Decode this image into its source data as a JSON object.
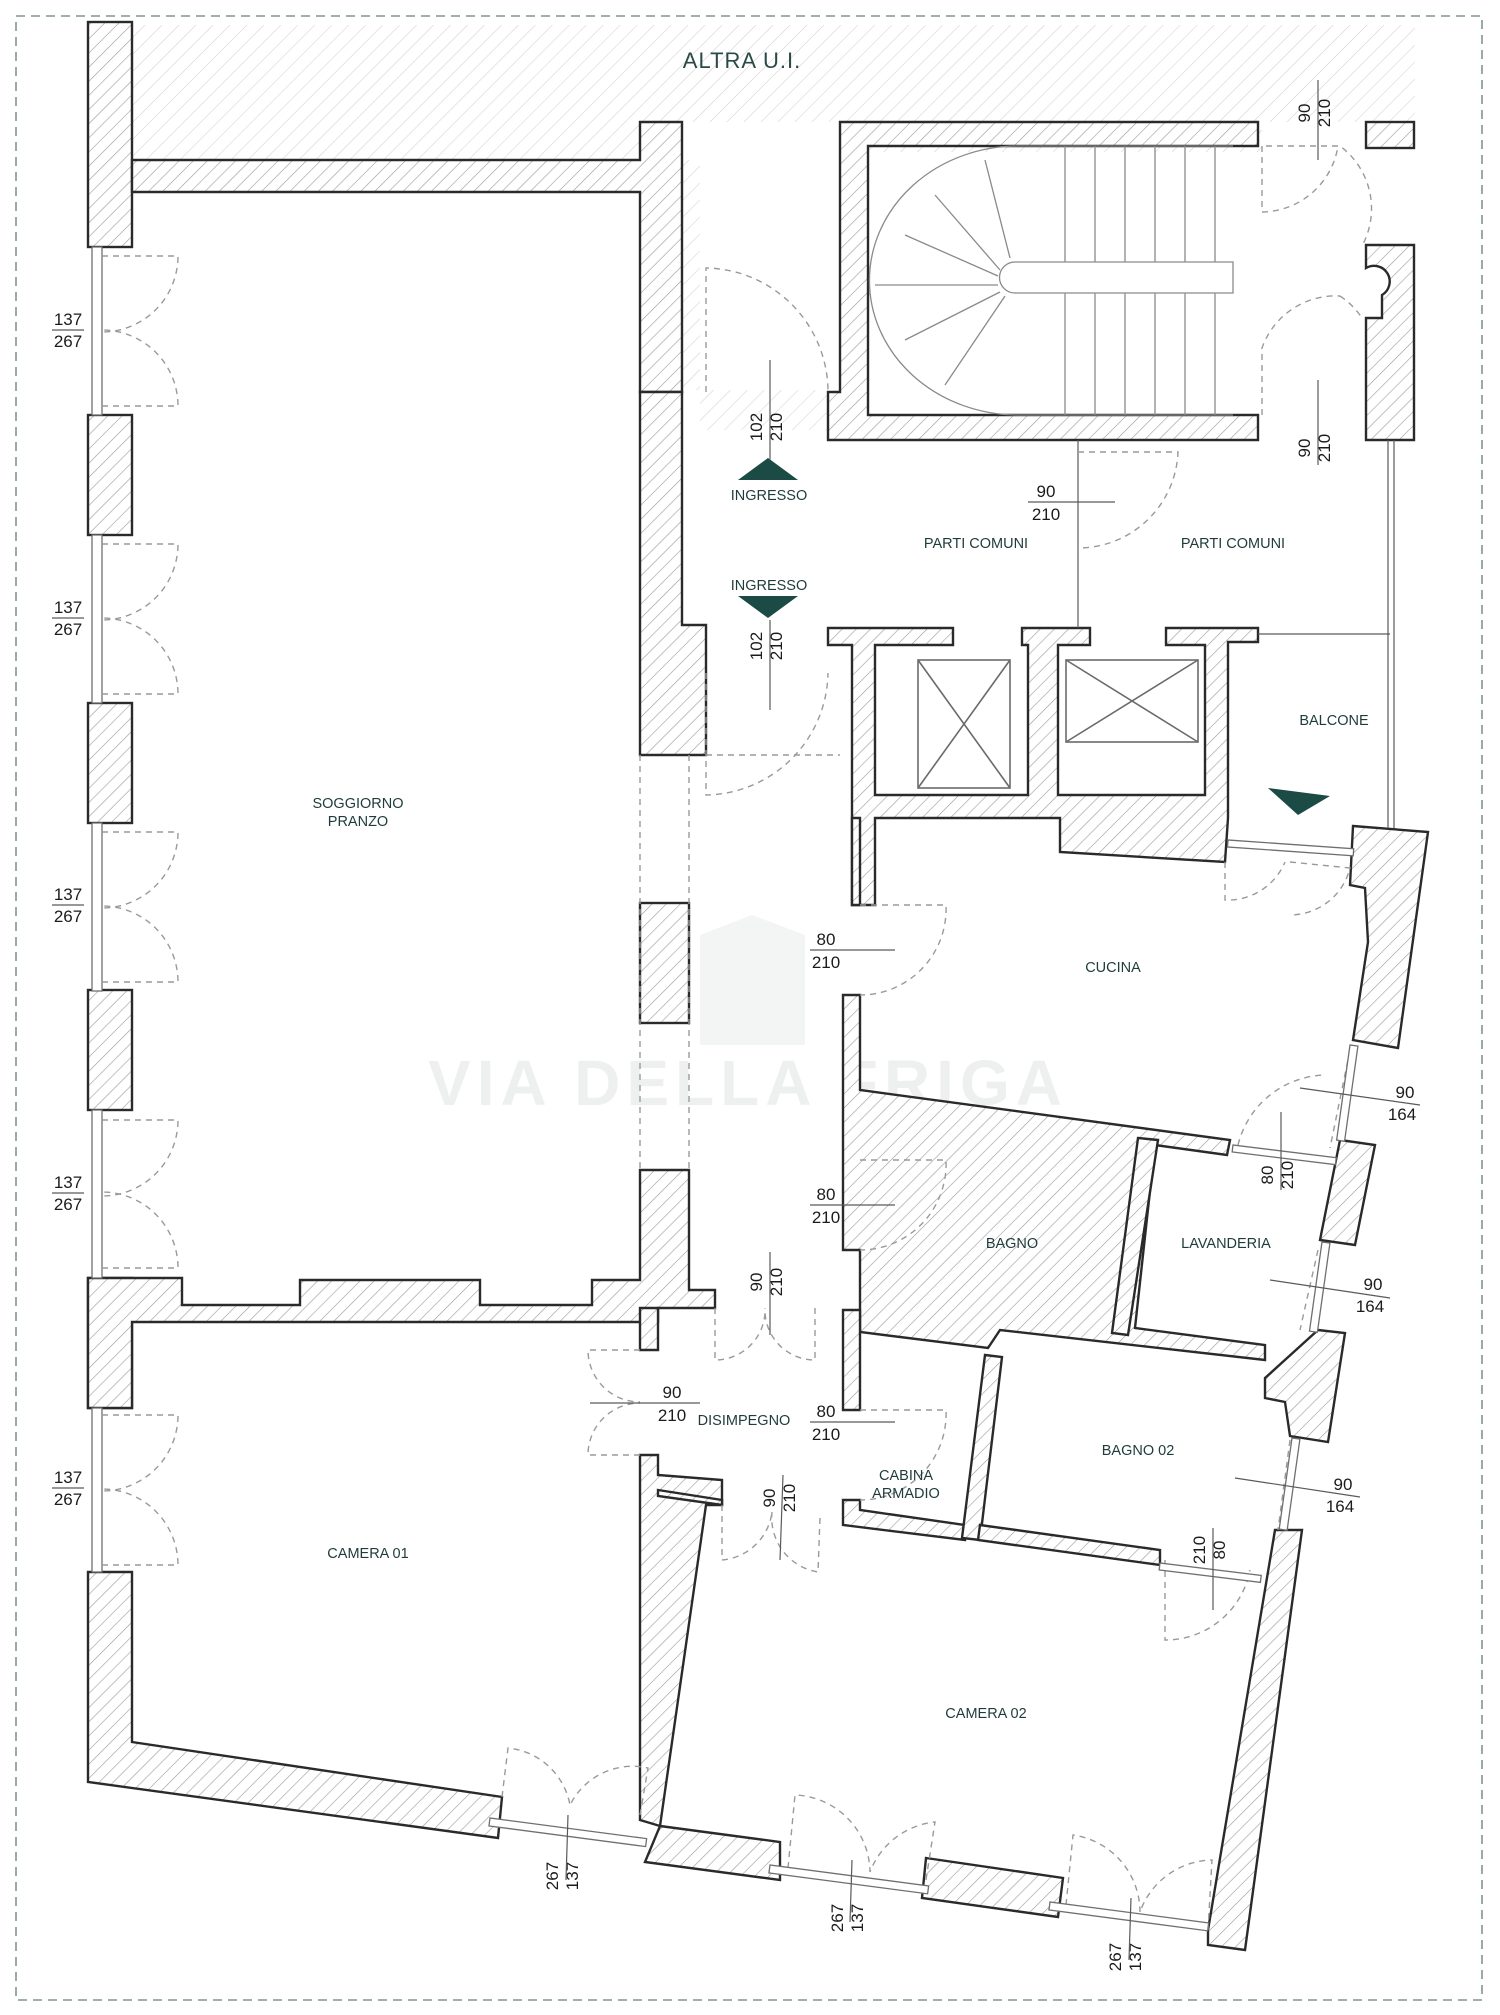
{
  "plan": {
    "neighbour_label": "ALTRA U.I.",
    "watermark": "VIA DELLA FRIGA",
    "rooms": {
      "soggiorno": [
        "SOGGIORNO",
        "PRANZO"
      ],
      "ingresso_top": "INGRESSO",
      "ingresso_bottom": "INGRESSO",
      "parti_comuni_1": "PARTI COMUNI",
      "parti_comuni_2": "PARTI COMUNI",
      "balcone": "BALCONE",
      "cucina": "CUCINA",
      "bagno": "BAGNO",
      "lavanderia": "LAVANDERIA",
      "disimpegno": "DISIMPEGNO",
      "cabina": [
        "CABINA",
        "ARMADIO"
      ],
      "bagno02": "BAGNO 02",
      "camera01": "CAMERA 01",
      "camera02": "CAMERA 02"
    },
    "dims": {
      "win_137": "137",
      "win_267": "267",
      "d90": "90",
      "d80": "80",
      "d102": "102",
      "d210": "210",
      "d164": "164"
    },
    "colors": {
      "accent": "#1c4a45",
      "frame": "#7f9694"
    }
  }
}
